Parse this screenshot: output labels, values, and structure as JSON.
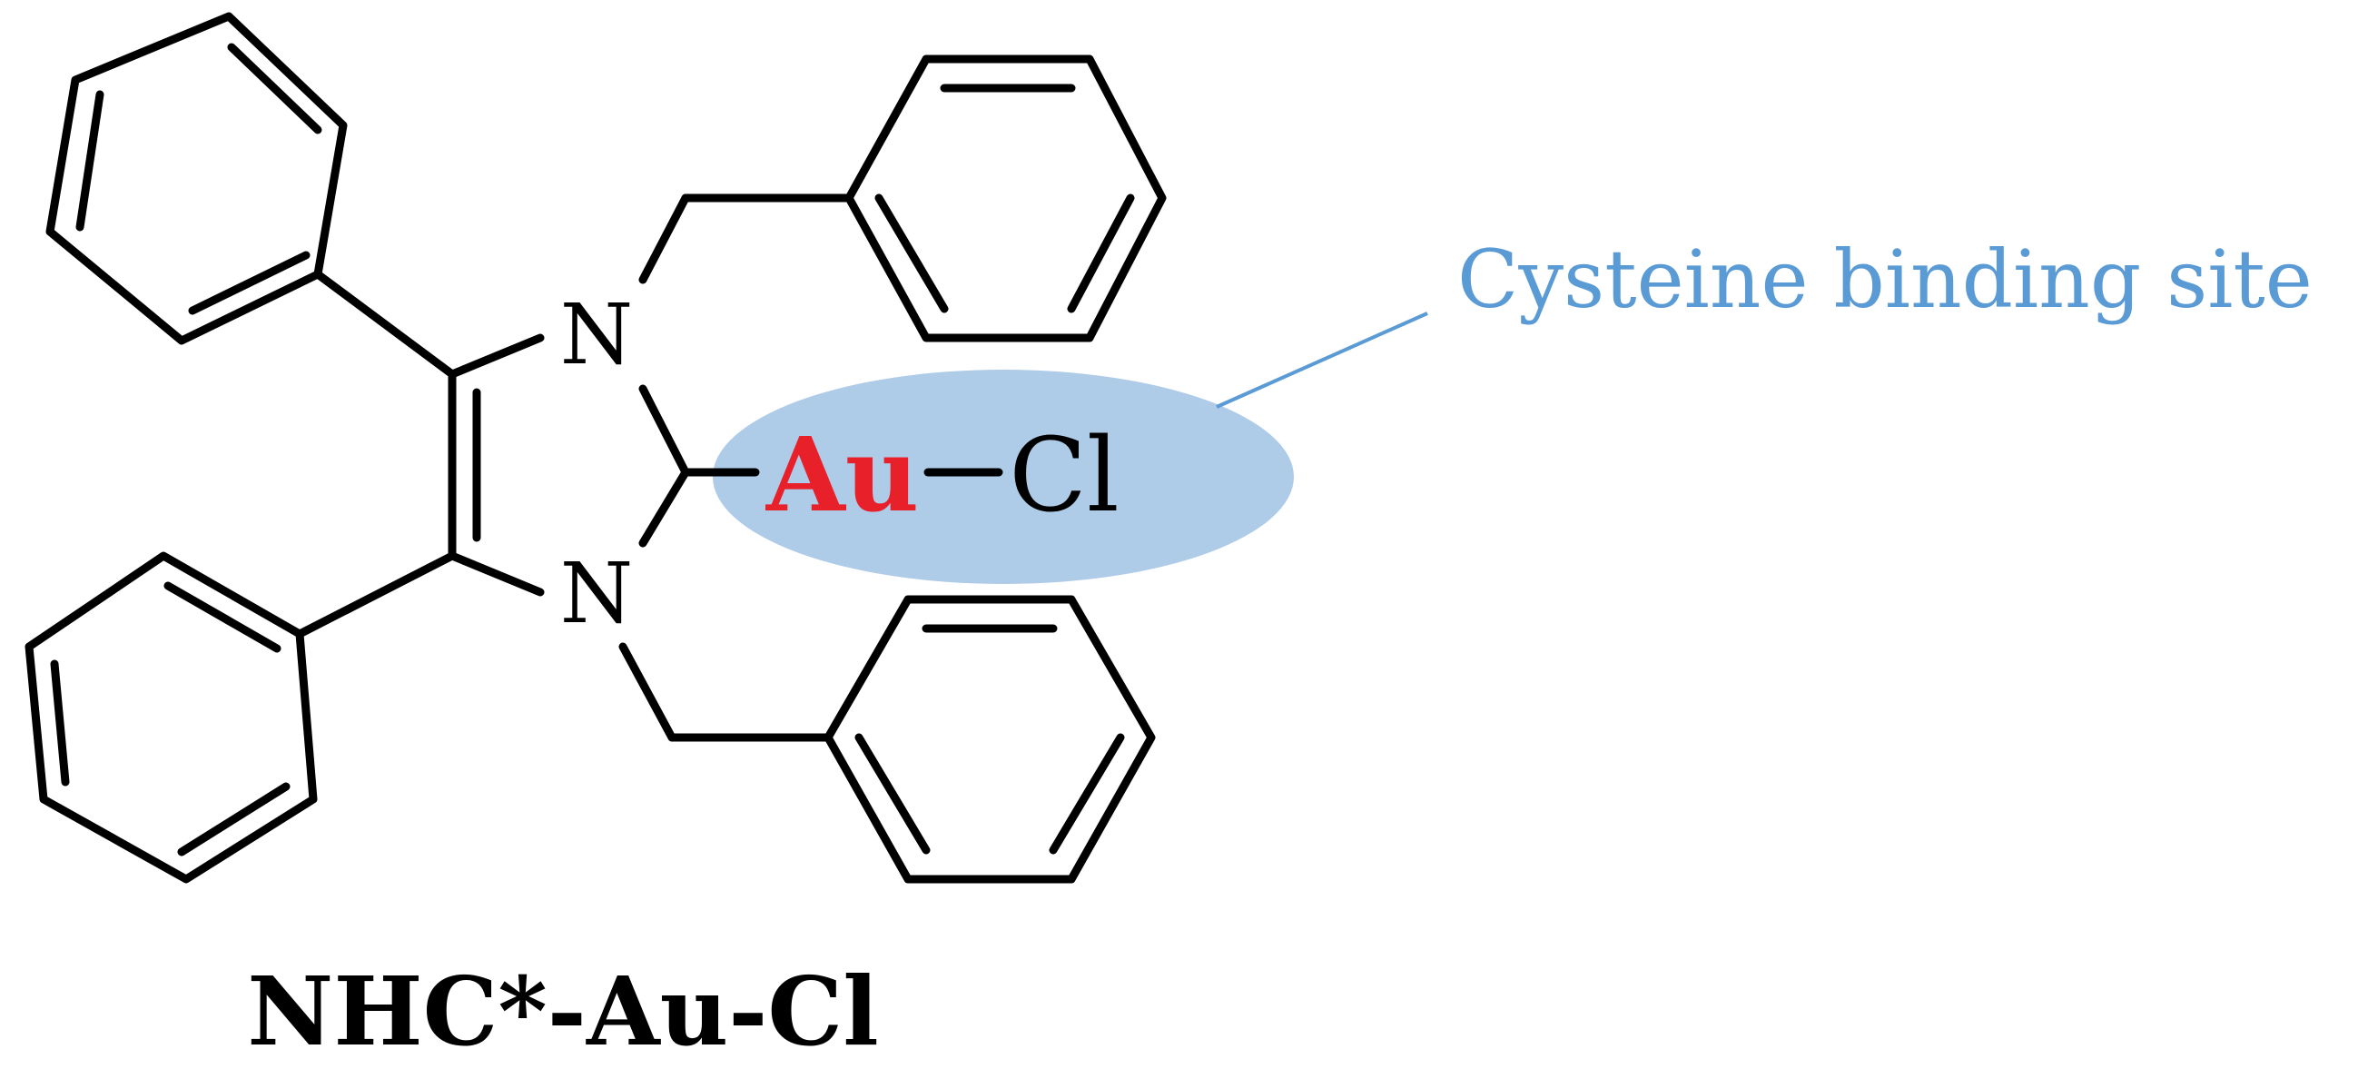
{
  "atoms": {
    "n_top": "N",
    "n_bottom": "N",
    "gold": "Au",
    "chlorine": "Cl"
  },
  "annotation": {
    "label": "Cysteine binding site"
  },
  "caption": "NHC*-Au-Cl",
  "colors": {
    "gold_label": "#e8202a",
    "highlight_ellipse": "#aecbe8",
    "annotation": "#5b9bd5",
    "bonds": "#000000"
  }
}
